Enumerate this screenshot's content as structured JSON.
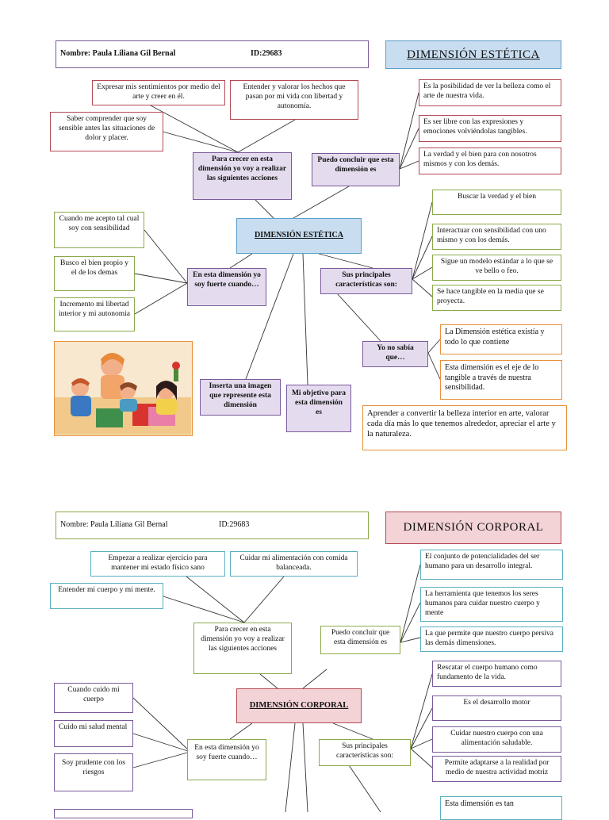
{
  "estetica": {
    "header": {
      "name": "Nombre: Paula Liliana Gil Bernal",
      "id": "ID:29683"
    },
    "title": "DIMENSIÓN ESTÉTICA",
    "center": "DIMENSIÓN ESTÉTICA",
    "crecer": "Para crecer en esta dimensión yo voy a realizar las siguientes acciones",
    "acciones": [
      "Expresar mis sentimientos por medio del arte y creer en él.",
      "Entender y valorar los hechos que pasan por mi vida con libertad y autonomía.",
      "Saber comprender que soy sensible antes las situaciones de dolor y placer."
    ],
    "concluir": "Puedo concluir que esta dimensión es",
    "conclusiones": [
      "Es la posibilidad de ver la belleza como el arte de nuestra vida.",
      "Es ser libre con las expresiones y emociones volviéndolas tangibles.",
      "La verdad y el bien para con nosotros mismos y con los demás."
    ],
    "fuerte": "En esta dimensión yo soy fuerte cuando…",
    "fuerte_items": [
      "Cuando me acepto tal cual soy con sensibilidad",
      "Busco el bien propio y el de los demas",
      "Incremento mi libertad interior y mi autonomia"
    ],
    "caracteristicas": "Sus principales características son:",
    "caract_items": [
      "Buscar la verdad y el bien",
      "Interactuar con sensibilidad con uno mismo y con los demás.",
      "Sigue un modelo estándar a lo que se ve bello o feo.",
      "Se hace tangible en la media que se proyecta."
    ],
    "nosabia": "Yo no sabía que…",
    "nosabia_items": [
      "La Dimensión estética existía y todo lo que contiene",
      "Esta dimensión es el eje de lo tangible a través de nuestra sensibilidad."
    ],
    "imagen": "Inserta una imagen que represente esta dimensión",
    "objetivo": "Mi objetivo para esta dimensión es",
    "objetivo_text": "Aprender a convertir la belleza interior en arte, valorar cada día más lo que tenemos alrededor, apreciar el arte y la naturaleza."
  },
  "corporal": {
    "header": {
      "name": "Nombre: Paula Liliana Gil Bernal",
      "id": "ID:29683"
    },
    "title": "DIMENSIÓN CORPORAL",
    "center": "DIMENSIÓN CORPORAL",
    "crecer": "Para crecer en esta dimensión yo voy a realizar las siguientes acciones",
    "acciones": [
      "Empezar a realizar ejercicio para mantener mi estado físico sano",
      "Cuidar mi alimentación con comida balanceada.",
      "Entender mi cuerpo y mi mente."
    ],
    "concluir": "Puedo concluir que esta dimensión es",
    "conclusiones": [
      "El conjunto de potencialidades del ser humano para un desarrollo integral.",
      "La herramienta que tenemos los seres humanos para cuidar nuestro cuerpo y mente",
      "La que permite que nuestro cuerpo persiva las demás dimensiones."
    ],
    "fuerte": "En esta dimensión yo soy fuerte cuando…",
    "fuerte_items": [
      "Cuando cuido mi cuerpo",
      "Cuido mi salud mental",
      "Soy prudente con los riesgos"
    ],
    "caracteristicas": "Sus principales características son:",
    "caract_items": [
      "Rescatar el cuerpo humano como fundamento de la vida.",
      "Es el desarrollo motor",
      "Cuidar nuestro cuerpo con una alimentación saludable.",
      "Permite adaptarse a la realidad por medio de nuestra actividad motriz"
    ],
    "nosabia_first": "Esta dimensión es tan"
  }
}
